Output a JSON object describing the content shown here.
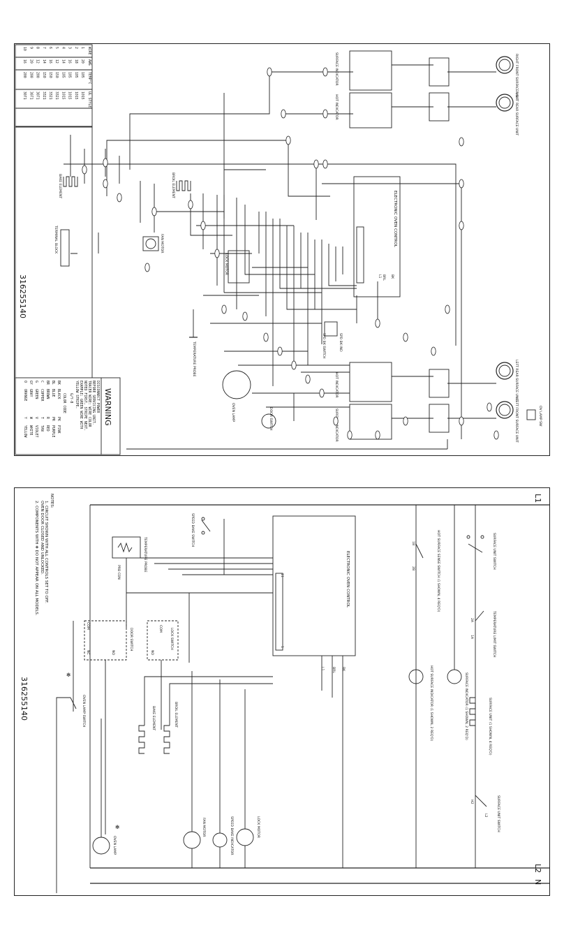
{
  "top_diagram": {
    "part_number": "316255140",
    "labels": {
      "right_front_surface_unit": "RIGHT FRONT SURFACE UNIT",
      "right_rear_surface_unit": "RIGHT REAR SURFACE UNIT",
      "left_rear_surface_unit": "LEFT REAR SURFACE UNIT",
      "left_front_surface_unit": "LEFT FRONT SURFACE UNIT",
      "surface_indicator": "SURFACE INDICATOR",
      "hot_indicator": "HOT INDICATOR",
      "electronic_oven_control": "ELECTRONIC OVEN CONTROL",
      "bake_element": "BAKE ELEMENT",
      "broil_element": "BROIL ELEMENT",
      "fan_motor": "FAN MOTOR",
      "terminal_block": "TERMINAL BLOCK",
      "lock_motor": "LOCK MOTOR",
      "temperature_probe": "TEMPERATURE PROBE",
      "oven_lamp": "OVEN LAMP",
      "door_switch": "DOOR SWITCH",
      "speed_bake_switch": "SPD BK SWITCH",
      "speed_bake_ind": "SPD BK IND",
      "ov_lamp_sw": "OV LAMP SW",
      "bk": "BK",
      "l1": "L1",
      "brl": "BRL"
    },
    "wire_table": {
      "headers": [
        "WIRE",
        "AWG",
        "TEMP°C",
        "UL STYLE"
      ],
      "rows": [
        [
          "1",
          "20",
          "105",
          "1015"
        ],
        [
          "2",
          "18",
          "105",
          "1015"
        ],
        [
          "3",
          "16",
          "105",
          "1015"
        ],
        [
          "4",
          "14",
          "105",
          "1015"
        ],
        [
          "5",
          "12",
          "150",
          "3321"
        ],
        [
          "6",
          "16",
          "150",
          "3321"
        ],
        [
          "7",
          "14",
          "150",
          "3321"
        ],
        [
          "8",
          "12",
          "200",
          "3071"
        ],
        [
          "9",
          "20",
          "200",
          "3071"
        ],
        [
          "10",
          "16",
          "200",
          "3071"
        ]
      ]
    },
    "warning": {
      "title": "WARNING",
      "lines": [
        "DISCONNECT POWER",
        "BEFORE SERVICING UNIT.",
        "TRACER WIRE: WIRE COLOR",
        "NOTED FIRST, STRIPE NEXT.",
        "EXAMPLE: GREEN WIRE WITH",
        "YELLOW STRIPE."
      ],
      "example_code": "G/Y-8"
    },
    "color_code": {
      "title": "COLOR CODE",
      "rows": [
        [
          "BK",
          "BLACK",
          "PK",
          "PINK"
        ],
        [
          "BL",
          "BLUE",
          "PR",
          "PURPLE"
        ],
        [
          "BR",
          "BROWN",
          "R",
          "RED"
        ],
        [
          "C",
          "COPPER",
          "T",
          "TAN"
        ],
        [
          "G",
          "GREEN",
          "V",
          "VIOLET"
        ],
        [
          "GY",
          "GRAY",
          "W",
          "WHITE"
        ],
        [
          "O",
          "ORANGE",
          "Y",
          "YELLOW"
        ]
      ]
    }
  },
  "bottom_diagram": {
    "part_number": "316255140",
    "labels": {
      "l1": "L1",
      "l2": "L2",
      "n": "N",
      "surface_unit_switch_1": "SURFACE UNIT SWITCH",
      "temperature_limit_switch": "TEMPERATURE LIMIT SWITCH",
      "surface_indicator": "SURFACE INDICATOR (1 SHOWN, 2 REQ'D)",
      "surface_unit": "SURFACE UNIT (1 SHOWN, 4 REQ'D)",
      "surface_unit_switch_2": "SURFACE UNIT SWITCH",
      "hot_surface_sense_switch": "HOT SURFACE SENSE SWITCH (1 SHOWN, 4 REQ'D)",
      "hot_surface_indicator": "HOT SURFACE INDICATOR (1 SHOWN, 2 REQ'D)",
      "electronic_oven_control": "ELECTRONIC OVEN CONTROL",
      "speed_bake_switch": "SPEED BAKE SWITCH",
      "temperature_probe": "TEMPERATURE PROBE",
      "prb_con": "PRB CON",
      "door_switch": "DOOR SWITCH",
      "lock_switch": "LOCK SWITCH",
      "oven_lamp_switch": "OVEN LAMP SWITCH",
      "broil_element": "BROIL ELEMENT",
      "bake_element": "BAKE ELEMENT",
      "lock_motor": "LOCK MOTOR",
      "speed_bake_indicator": "SPEED BAKE INDICATOR",
      "fan_motor": "FAN MOTOR",
      "oven_lamp": "OVEN LAMP",
      "bk": "BK",
      "brl": "BRL",
      "l1_small": "L1",
      "com": "COM",
      "nc": "NC",
      "no": "NO",
      "t1b": "1B",
      "t2b": "2B",
      "t2a": "2A",
      "t1a": "1A",
      "h2": "H2",
      "l2_small": "L2",
      "p1": "P1",
      "l1_sw": "L1"
    },
    "notes": {
      "title": "NOTES:",
      "items": [
        "1.  CIRCUIT SHOWN WITH ALL CONTROLS SET TO OFF.",
        "    OVEN DOOR CLOSED AND UNLOCKED.",
        "2.  COMPONENTS WITH ✻ DO NOT APPEAR ON ALL MODELS."
      ]
    },
    "control_pins": [
      "11",
      "1"
    ]
  }
}
